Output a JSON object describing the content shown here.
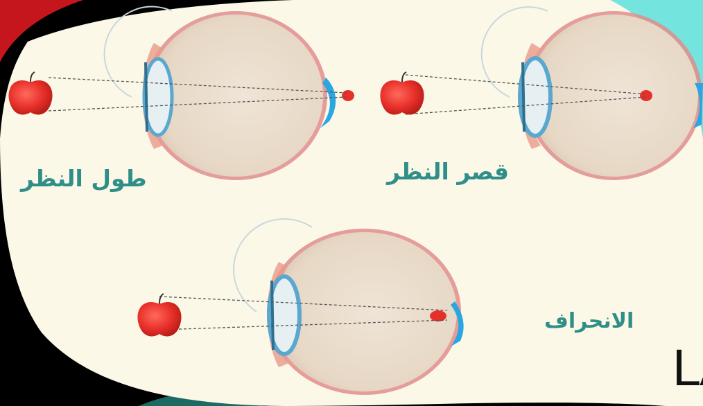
{
  "diagram": {
    "labels": {
      "hyperopia": "طول النظر",
      "myopia": "قصر النظر",
      "astigmatism": "الانحراف"
    },
    "corner_text": "LA",
    "colors": {
      "background": "#fbf8e8",
      "apple": "#e8302a",
      "label": "#2f8f88",
      "eye_fill": "#e9dccb",
      "eye_rim": "#e08d8d",
      "lens": "#5aa7cf",
      "retina_blue": "#2aa7e0"
    },
    "icons": [
      "apple-icon",
      "eye-icon"
    ]
  }
}
